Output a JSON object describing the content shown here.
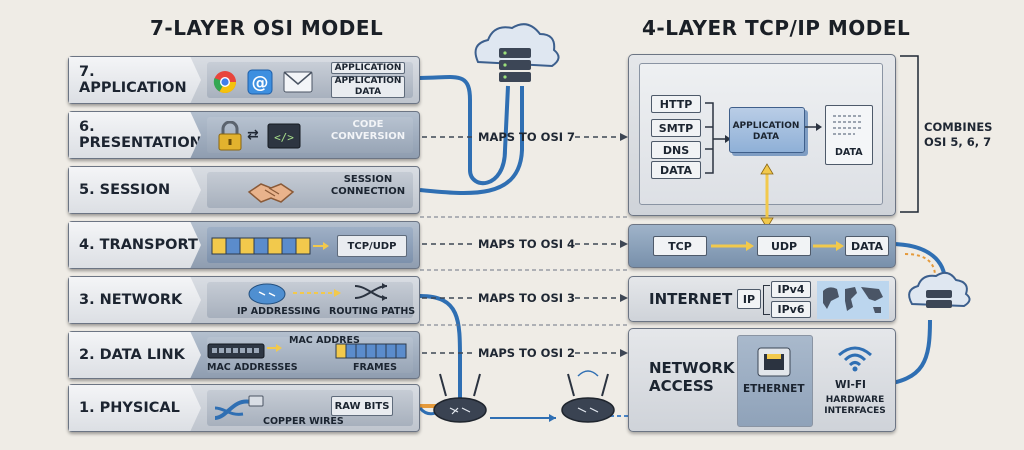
{
  "titles": {
    "osi": "7-LAYER OSI MODEL",
    "tcpip": "4-LAYER TCP/IP MODEL"
  },
  "osi_layers": [
    {
      "label": "7. APPLICATION",
      "chips": [
        "APPLICATION",
        "APPLICATION DATA"
      ]
    },
    {
      "label": "6. PRESENTATION",
      "caption": "CODE CONVERSION"
    },
    {
      "label": "5. SESSION",
      "caption": "SESSION CONNECTION"
    },
    {
      "label": "4. TRANSPORT",
      "chip": "TCP/UDP"
    },
    {
      "label": "3. NETWORK",
      "left_caption": "IP ADDRESSING",
      "right_caption": "ROUTING PATHS"
    },
    {
      "label": "2. DATA LINK",
      "top_caption": "MAC ADDRES",
      "left_caption": "MAC ADDRESSES",
      "right_caption": "FRAMES"
    },
    {
      "label": "1. PHYSICAL",
      "chip": "RAW BITS",
      "caption": "COPPER WIRES"
    }
  ],
  "maps": [
    "MAPS TO OSI 7",
    "MAPS TO OSI 4",
    "MAPS TO OSI 3",
    "MAPS TO OSI 2"
  ],
  "application": {
    "protocols": [
      "HTTP",
      "SMTP",
      "DNS",
      "DATA"
    ],
    "doc": "APPLICATION DATA",
    "data": "DATA",
    "note": "COMBINES OSI 5, 6, 7"
  },
  "transport": {
    "items": [
      "TCP",
      "UDP",
      "DATA"
    ]
  },
  "internet": {
    "title": "INTERNET",
    "ip": "IP",
    "v4": "IPv4",
    "v6": "IPv6"
  },
  "network_access": {
    "title": "NETWORK ACCESS",
    "ethernet": "ETHERNET",
    "wifi": "WI-FI",
    "hardware": "HARDWARE INTERFACES"
  },
  "colors": {
    "wire_blue": "#2f6fb3",
    "wire_orange": "#e59a3b",
    "accent_yellow": "#f2c94c"
  }
}
